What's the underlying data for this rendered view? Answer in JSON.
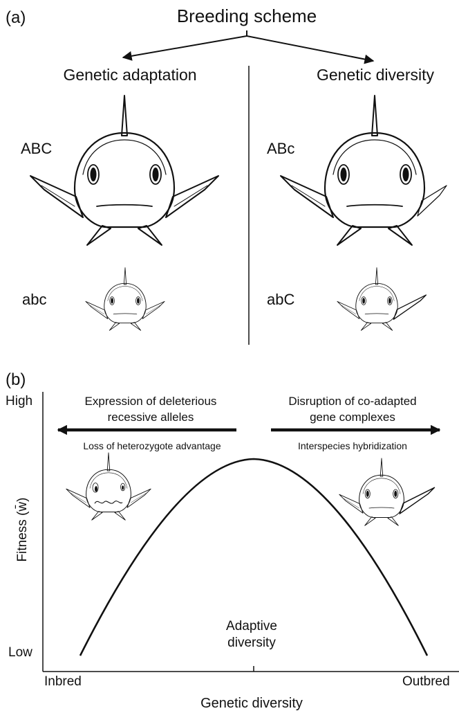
{
  "panel_a": {
    "label": "(a)",
    "title": "Breeding scheme",
    "left_heading": "Genetic adaptation",
    "right_heading": "Genetic diversity",
    "genotypes": {
      "left_top": "ABC",
      "left_bottom": "abc",
      "right_top": "ABc",
      "right_bottom": "abC"
    }
  },
  "panel_b": {
    "label": "(b)",
    "y_high": "High",
    "y_low": "Low",
    "y_axis_label": "Fitness (w̄)",
    "x_left": "Inbred",
    "x_right": "Outbred",
    "x_axis_label": "Genetic diversity",
    "peak_label_line1": "Adaptive",
    "peak_label_line2": "diversity",
    "left_arrow_line1": "Expression of deleterious",
    "left_arrow_line2": "recessive alleles",
    "left_sub": "Loss of heterozygote advantage",
    "right_arrow_line1": "Disruption of co-adapted",
    "right_arrow_line2": "gene complexes",
    "right_sub": "Interspecies hybridization"
  }
}
